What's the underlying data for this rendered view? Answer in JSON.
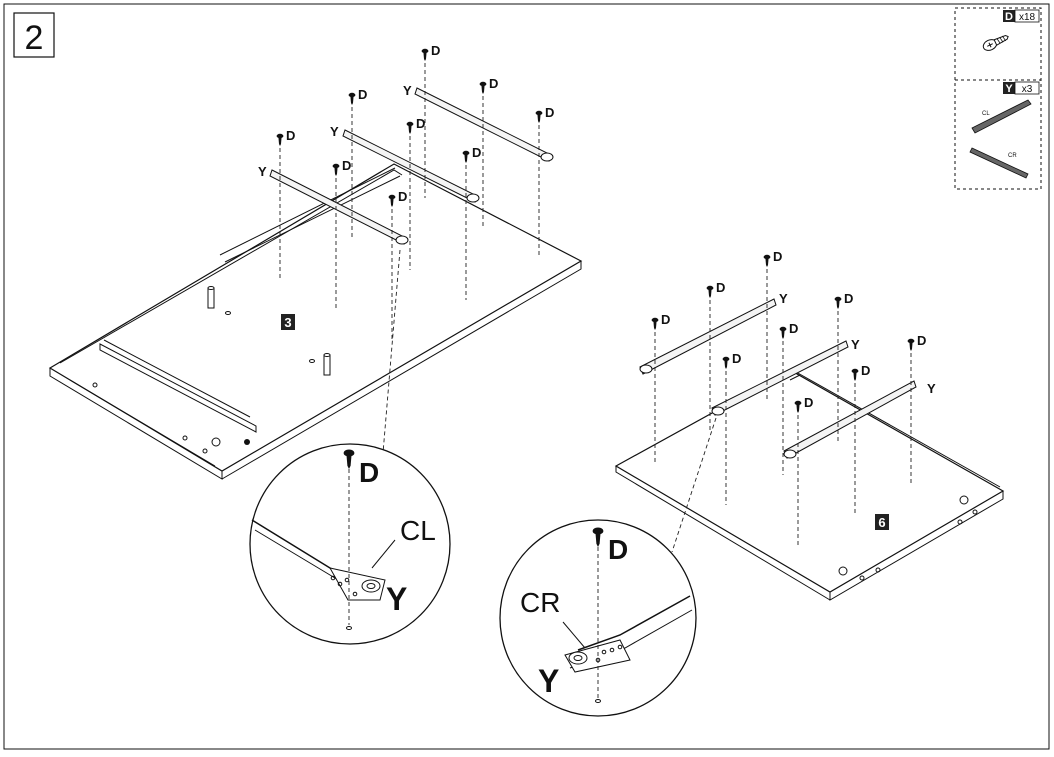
{
  "step": {
    "number": "2"
  },
  "parts_box": {
    "screw": {
      "letter": "D",
      "qty": "x18",
      "icon": "screw-icon"
    },
    "rail": {
      "letter": "Y",
      "qty": "x3",
      "left_label": "CL",
      "right_label": "CR",
      "icon": "drawer-rail-icon"
    }
  },
  "labels": {
    "screw": "D",
    "rail": "Y",
    "left_panel": "3",
    "right_panel": "6",
    "zoom_left_screw": "D",
    "zoom_left_side": "CL",
    "zoom_left_rail": "Y",
    "zoom_right_screw": "D",
    "zoom_right_side": "CR",
    "zoom_right_rail": "Y"
  },
  "colors": {
    "line": "#111111",
    "background": "#ffffff",
    "badge": "#222222"
  }
}
